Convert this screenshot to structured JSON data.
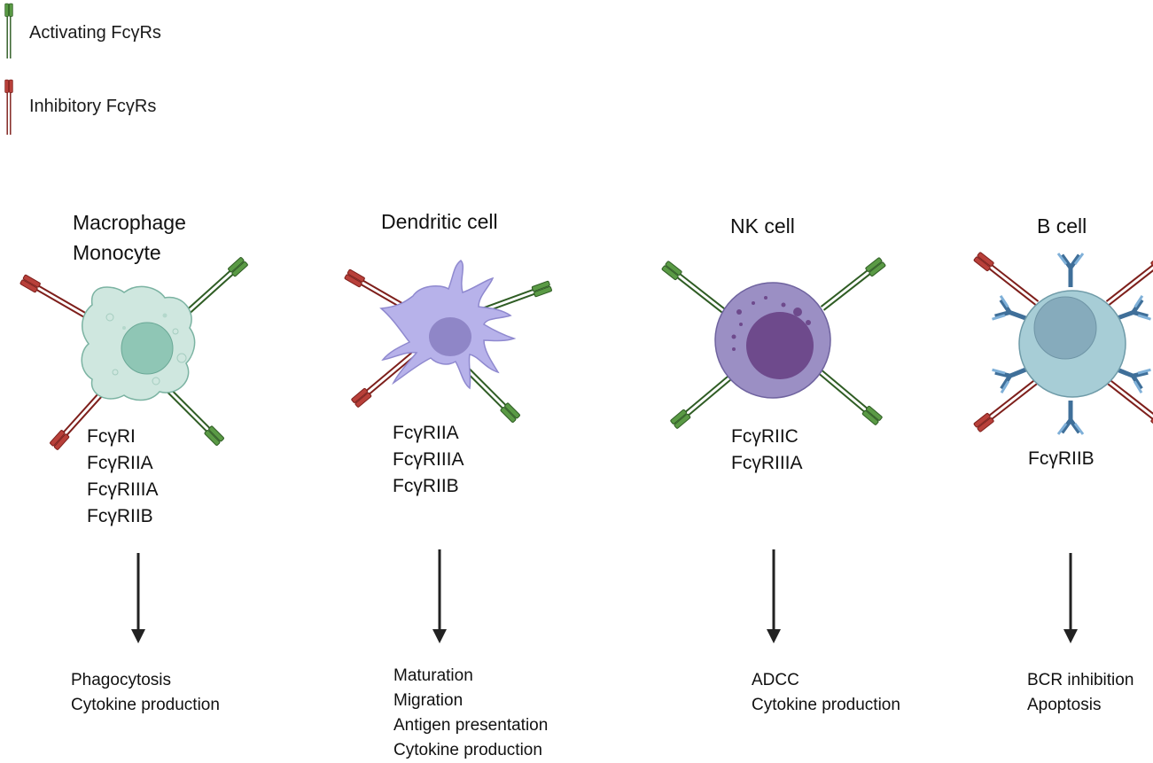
{
  "legend": {
    "activating_label": "Activating FcγRs",
    "inhibitory_label": "Inhibitory FcγRs",
    "activating_color": "#4f8a3c",
    "inhibitory_color": "#a8332f"
  },
  "cells": [
    {
      "title_lines": [
        "Macrophage",
        "Monocyte"
      ],
      "receptors": [
        "FcγRI",
        "FcγRIIA",
        "FcγRIIIA",
        "FcγRIIB"
      ],
      "outcomes": [
        "Phagocytosis",
        "Cytokine production"
      ]
    },
    {
      "title_lines": [
        "Dendritic cell"
      ],
      "receptors": [
        "FcγRIIA",
        "FcγRIIIA",
        "FcγRIIB"
      ],
      "outcomes": [
        "Maturation",
        "Migration",
        "Antigen presentation",
        "Cytokine production"
      ]
    },
    {
      "title_lines": [
        "NK cell"
      ],
      "receptors": [
        "FcγRIIC",
        "FcγRIIIA"
      ],
      "outcomes": [
        "ADCC",
        "Cytokine production"
      ]
    },
    {
      "title_lines": [
        "B cell"
      ],
      "receptors": [
        "FcγRIIB"
      ],
      "outcomes": [
        "BCR inhibition",
        "Apoptosis"
      ]
    }
  ],
  "colors": {
    "macrophage_body": "#cfe7df",
    "macrophage_nucleus": "#8fc6b5",
    "dendritic_body": "#b7b2ea",
    "dendritic_nucleus": "#8f86c7",
    "nk_body": "#9b8fc4",
    "nk_nucleus": "#6e4a8c",
    "bcell_body": "#a7cdd6",
    "bcell_nucleus": "#86abbc",
    "bcr_color": "#5b8db8",
    "arrow_color": "#222222"
  }
}
